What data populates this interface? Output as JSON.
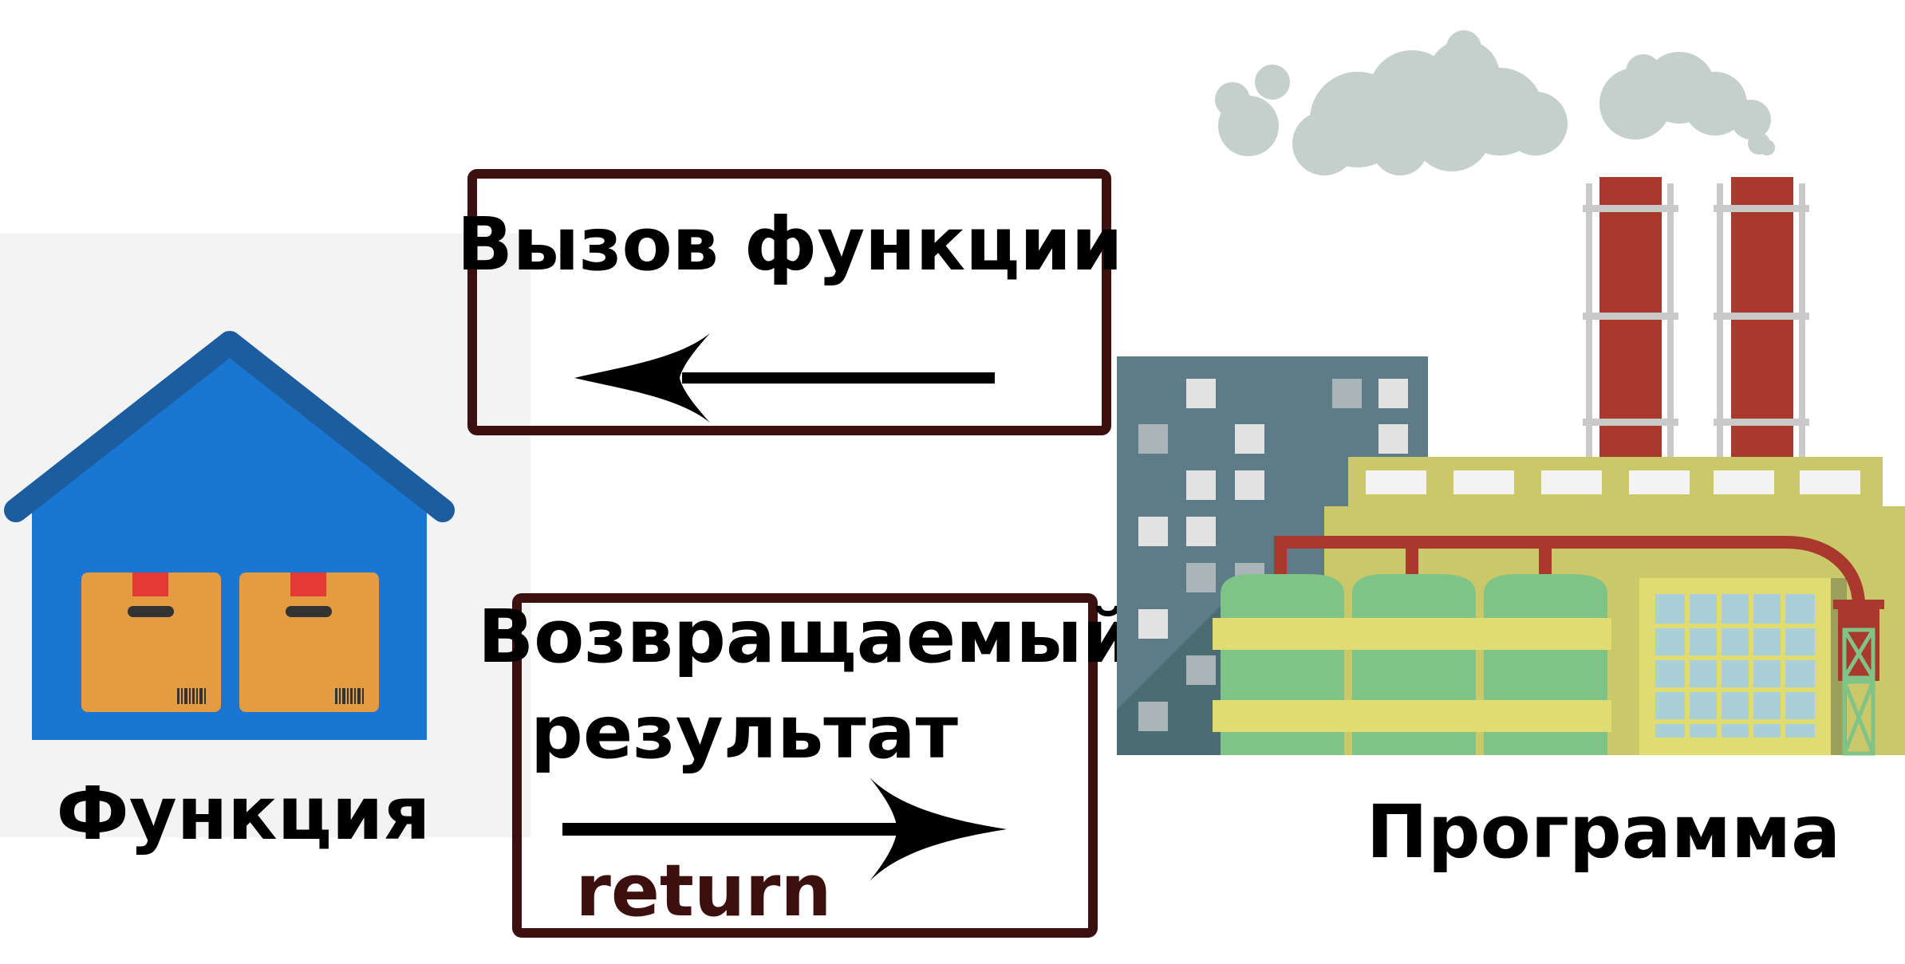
{
  "call_box": {
    "text": "Вызов функции"
  },
  "return_box": {
    "line1": "Возвращаемый",
    "line2": "результат",
    "keyword": "return"
  },
  "function_label": "Функция",
  "program_label": "Программа",
  "colors": {
    "box_border": "#3d1010",
    "house_wall": "#1976d2",
    "house_roof": "#1c5da0",
    "box_cardboard": "#e39c42",
    "brick_chimney": "#a8392c",
    "factory_yellow": "#cbc86a",
    "building_gray": "#5e7c87",
    "tank_green": "#7fc386",
    "smoke": "#c5d0cc"
  },
  "icons": [
    "warehouse-house-icon",
    "factory-icon",
    "left-arrow-icon",
    "right-arrow-icon"
  ]
}
